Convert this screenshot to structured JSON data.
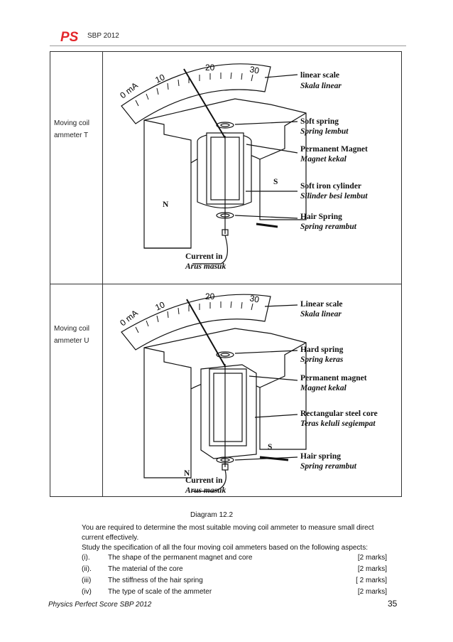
{
  "header": {
    "logo_text": "PS",
    "title": "SBP 2012"
  },
  "rows": [
    {
      "label_line1": "Moving coil",
      "label_line2": "ammeter T",
      "scale_ticks": [
        "0 mA",
        "10",
        "20",
        "30"
      ],
      "callouts": [
        {
          "en": "linear scale",
          "my": "Skala linear"
        },
        {
          "en": "Soft spring",
          "my": "Spring lembut"
        },
        {
          "en": "Permanent Magnet",
          "my": "Magnet kekal"
        },
        {
          "en": "Soft iron cylinder",
          "my": "Silinder besi lembut"
        },
        {
          "en": "Hair Spring",
          "my": "Spring rerambut"
        },
        {
          "en": "Current in",
          "my": "Arus masuk"
        }
      ],
      "pole_n": "N",
      "pole_s": "S"
    },
    {
      "label_line1": "Moving coil",
      "label_line2": "ammeter U",
      "scale_ticks": [
        "0 mA",
        "10",
        "20",
        "30"
      ],
      "callouts": [
        {
          "en": "Linear scale",
          "my": "Skala linear"
        },
        {
          "en": "Hard spring",
          "my": "Spring keras"
        },
        {
          "en": "Permanent magnet",
          "my": "Magnet kekal"
        },
        {
          "en": "Rectangular steel core",
          "my": "Teras keluli segiempat"
        },
        {
          "en": "Hair spring",
          "my": "Spring rerambut"
        },
        {
          "en": "Current in",
          "my": "Arus masuk"
        }
      ],
      "pole_n": "N",
      "pole_s": "S"
    }
  ],
  "caption": "Diagram 12.2",
  "intro_line1": "You are required to determine the most suitable moving coil ammeter to measure small  direct",
  "intro_line2": "current effectively.",
  "intro_line3": "Study the specification of all the four moving coil ammeters based on the following aspects:",
  "aspects": [
    {
      "num": "(i).",
      "text": "The shape of the permanent magnet and core",
      "marks": "[2 marks]"
    },
    {
      "num": "(ii).",
      "text": "The material of the core",
      "marks": "[2 marks]"
    },
    {
      "num": "(iii)",
      "text": "The stiffness of the hair spring",
      "marks": "[ 2 marks]"
    },
    {
      "num": "(iv)",
      "text": "The type of scale of the ammeter",
      "marks": "[2 marks]"
    }
  ],
  "footer": "Physics Perfect Score SBP 2012",
  "page_number": "35",
  "colors": {
    "logo_red": "#e3262b",
    "rule_grey": "#999999"
  }
}
